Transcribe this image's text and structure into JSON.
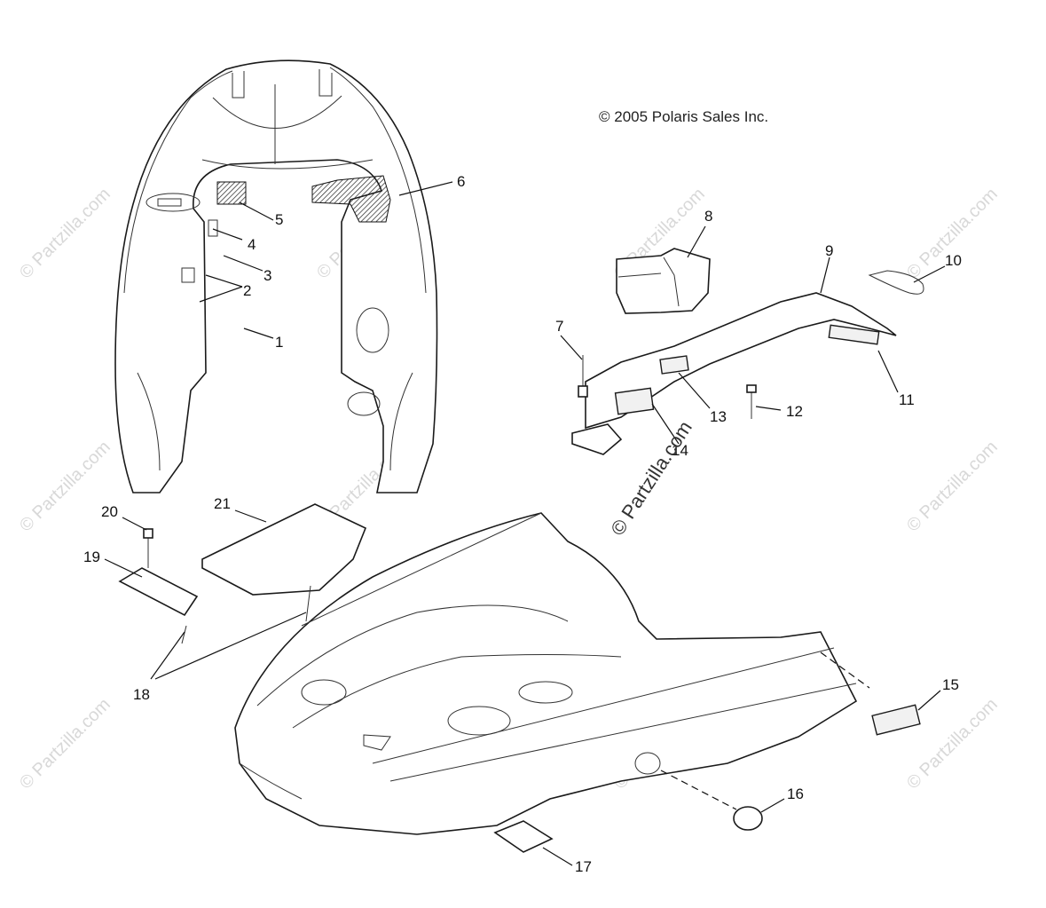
{
  "copyright": "© 2005 Polaris Sales Inc.",
  "center_watermark": "© Partzilla.com",
  "watermark_text": "© Partzilla.com",
  "callouts": [
    "1",
    "2",
    "3",
    "4",
    "5",
    "6",
    "7",
    "8",
    "9",
    "10",
    "11",
    "12",
    "13",
    "14",
    "15",
    "16",
    "17",
    "18",
    "19",
    "20",
    "21"
  ],
  "colors": {
    "line": "#1a1a1a",
    "watermark": "#d8d8d8",
    "background": "#ffffff"
  }
}
